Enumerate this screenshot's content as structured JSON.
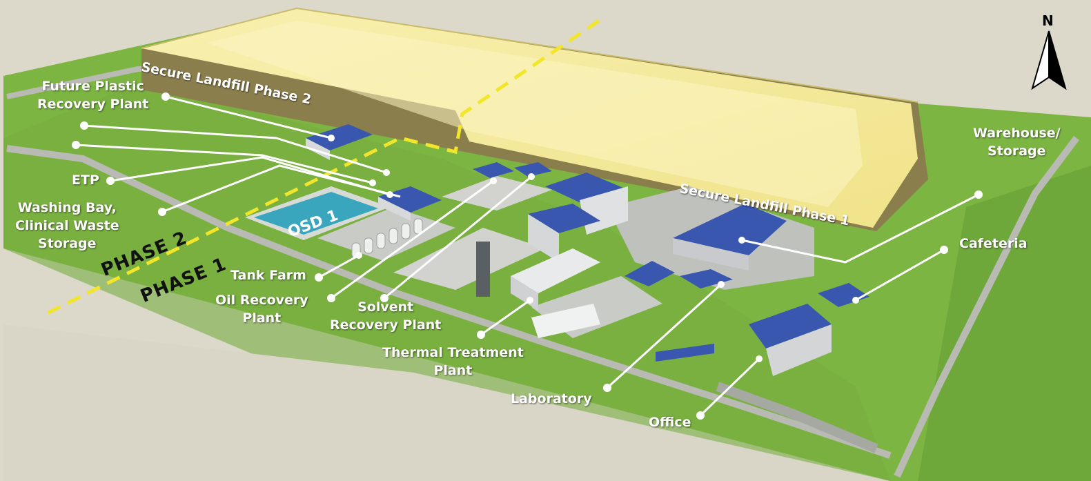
{
  "compass": {
    "letter": "N"
  },
  "landfill": {
    "phase2": "Secure Landfill Phase 2",
    "phase1": "Secure Landfill Phase 1"
  },
  "osd": "OSD 1",
  "phases": {
    "phase2": "PHASE 2",
    "phase1": "PHASE 1"
  },
  "labels": {
    "future_plastic": [
      "Future Plastic",
      "Recovery Plant"
    ],
    "etp": "ETP",
    "washing_bay": [
      "Washing Bay,",
      "Clinical Waste",
      "Storage"
    ],
    "tank_farm": "Tank Farm",
    "oil_recovery": [
      "Oil Recovery",
      "Plant"
    ],
    "solvent_recovery": [
      "Solvent",
      "Recovery Plant"
    ],
    "thermal_treatment": [
      "Thermal Treatment",
      "Plant"
    ],
    "laboratory": "Laboratory",
    "office": "Office",
    "warehouse": [
      "Warehouse/",
      "Storage"
    ],
    "cafeteria": "Cafeteria"
  },
  "colors": {
    "grass": "#7db543",
    "landfill_top": "#f6ec9e",
    "landfill_side": "#8a7e4c",
    "roof": "#3a57b0",
    "phase_line": "#f2e62a",
    "pond": "#3aa6bd"
  }
}
